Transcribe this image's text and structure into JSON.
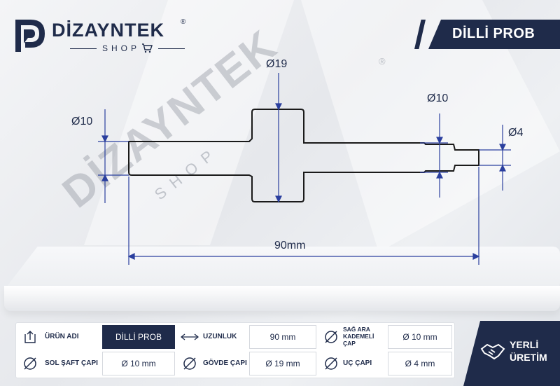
{
  "brand": {
    "name": "DİZAYNTEK",
    "registered": "®",
    "sub": "SHOP"
  },
  "title": "DİLLİ PROB",
  "drawing": {
    "left_shaft_diameter": "Ø10",
    "body_diameter": "Ø19",
    "right_step_diameter": "Ø10",
    "tip_diameter": "Ø4",
    "length": "90mm"
  },
  "watermark": {
    "name": "DİZAYNTEK",
    "sub": "SHOP",
    "registered": "®"
  },
  "specs": {
    "row1": {
      "product_name_label": "ÜRÜN ADI",
      "product_name_value": "DİLLİ PROB",
      "length_label": "UZUNLUK",
      "length_value": "90 mm",
      "right_step_label": "SAĞ ARA KADEMELİ ÇAP",
      "right_step_value": "Ø 10 mm"
    },
    "row2": {
      "left_shaft_label": "SOL ŞAFT ÇAPI",
      "left_shaft_value": "Ø 10 mm",
      "body_label": "GÖVDE ÇAPI",
      "body_value": "Ø 19 mm",
      "tip_label": "UÇ ÇAPI",
      "tip_value": "Ø 4 mm"
    }
  },
  "badge": {
    "line1": "YERLİ",
    "line2": "ÜRETİM"
  },
  "icons": [
    "brand-logo-icon",
    "cart-icon",
    "package-icon",
    "length-arrows-icon",
    "diameter-icon",
    "handshake-icon"
  ],
  "colors": {
    "navy": "#1f2b4a",
    "dimension_blue": "#2a3f9e",
    "background": "#eceef1"
  }
}
